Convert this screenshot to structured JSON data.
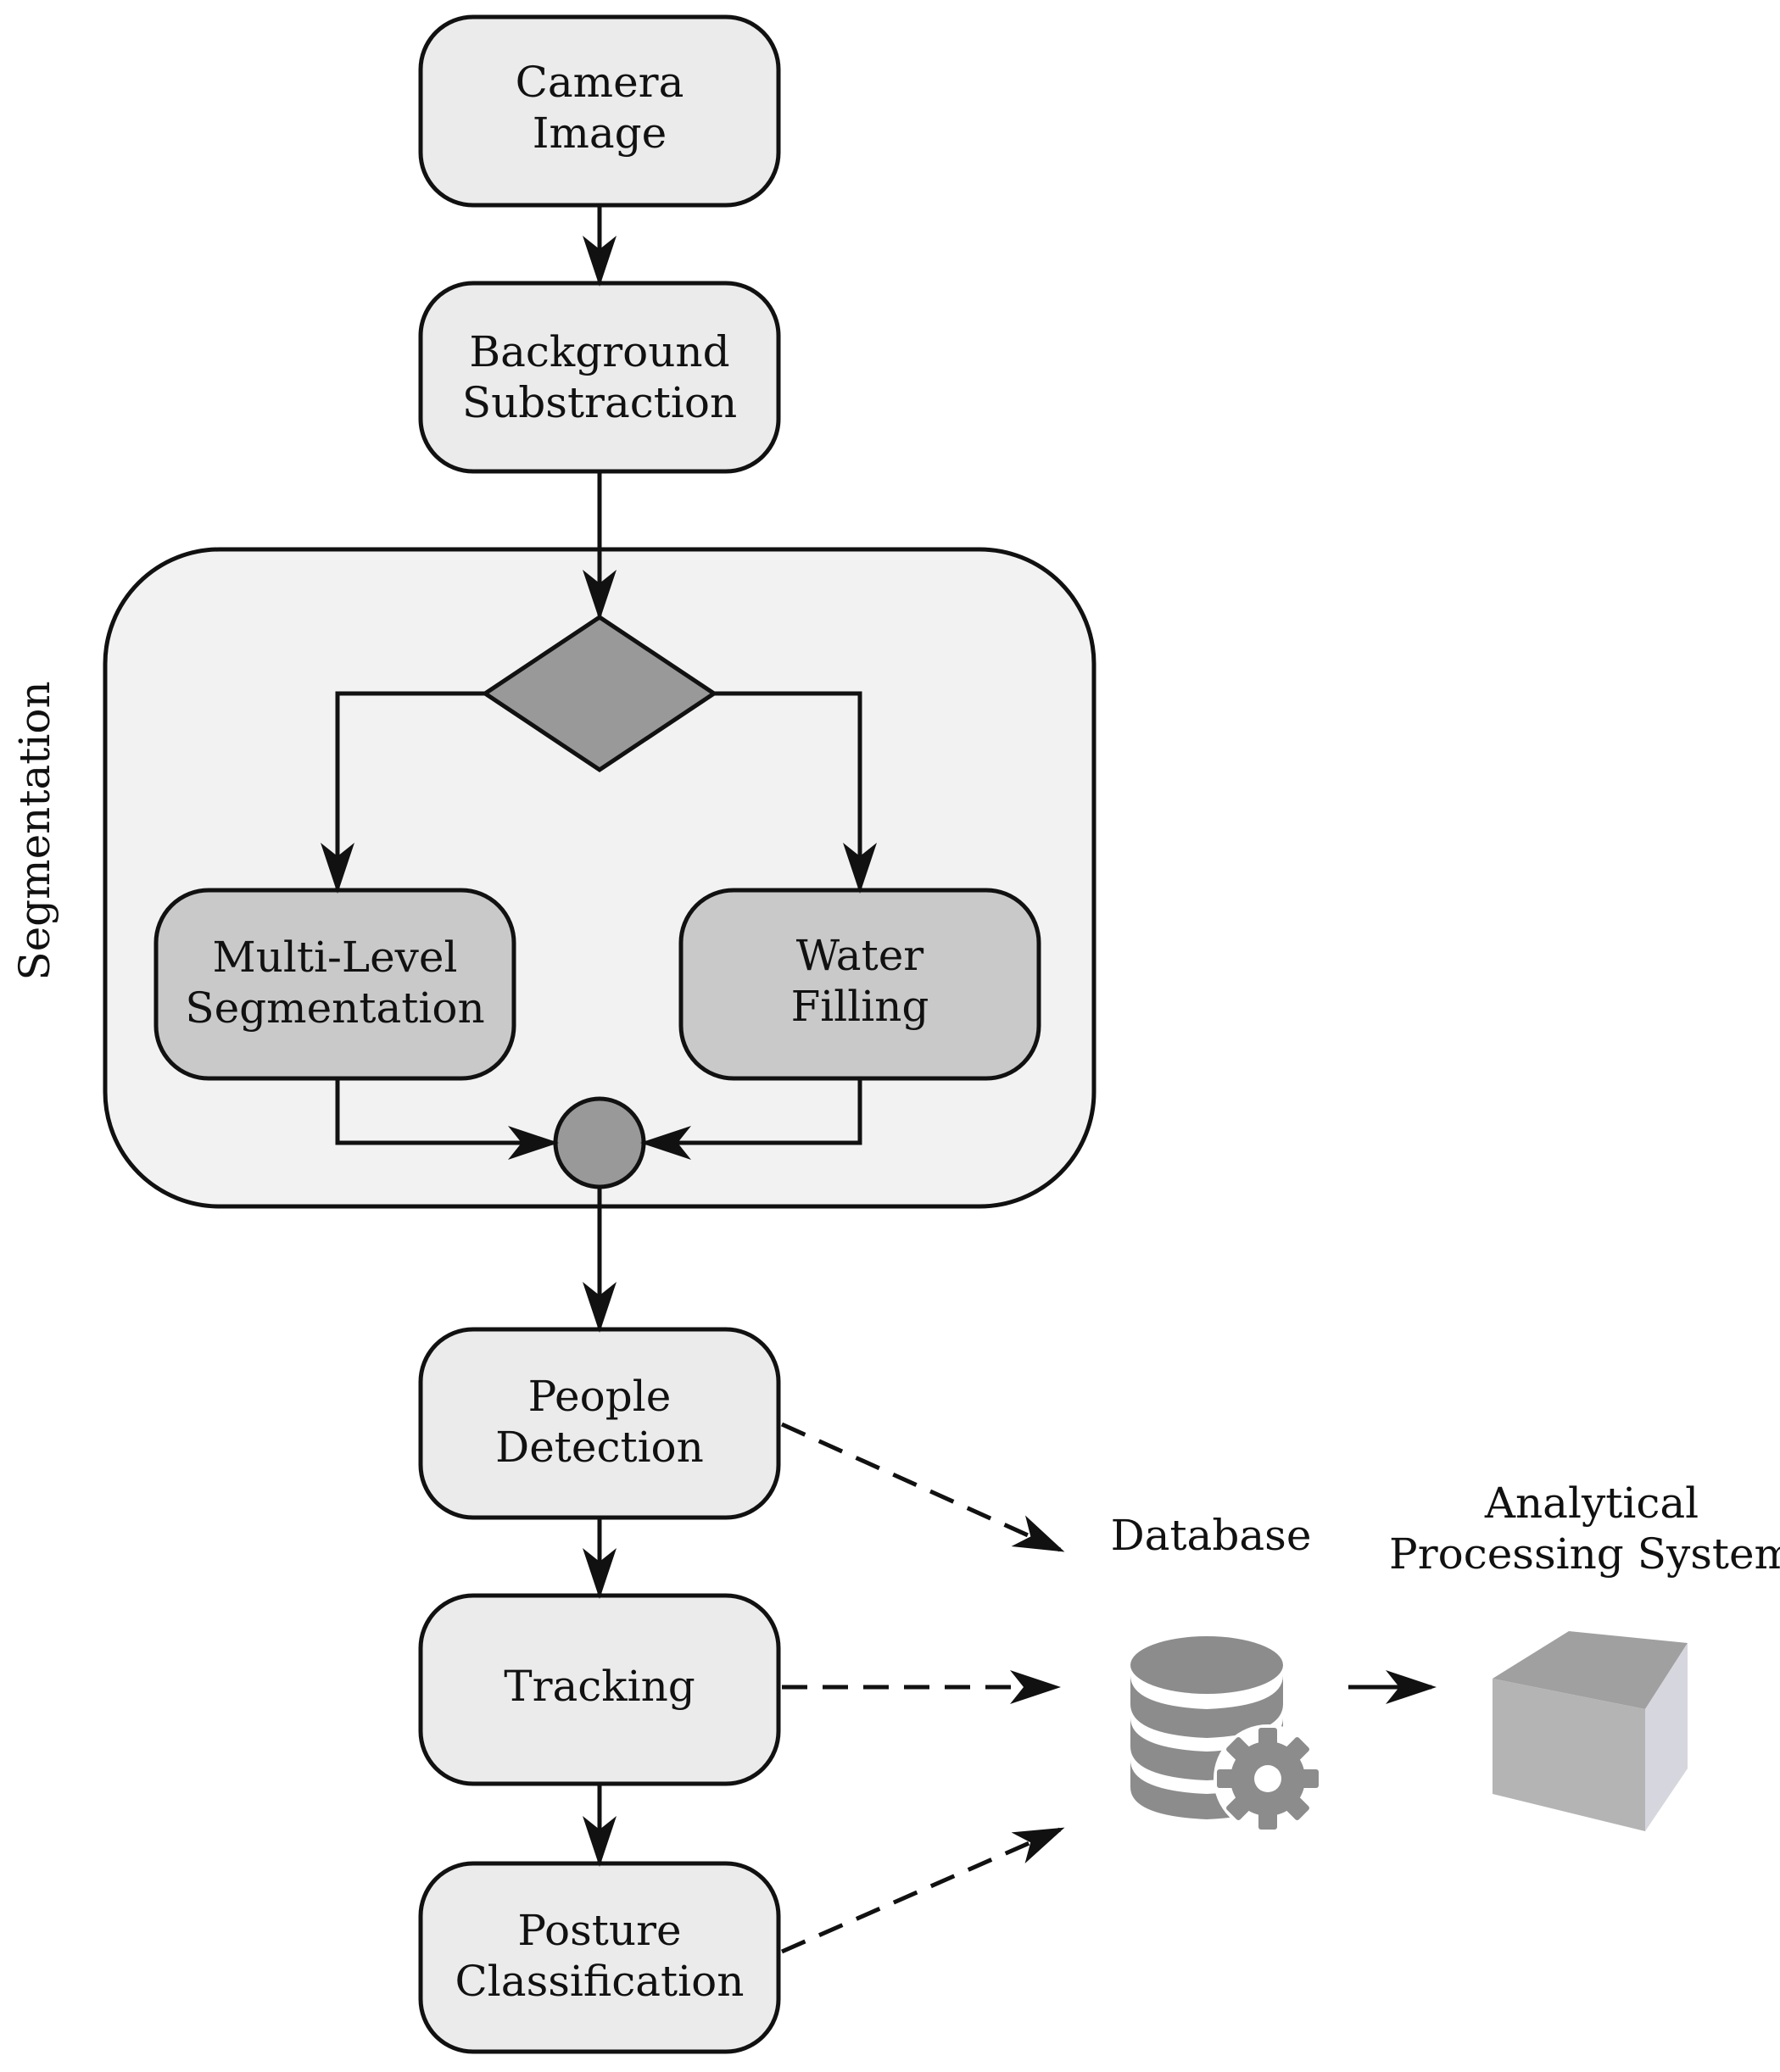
{
  "nodes": {
    "camera_image": [
      "Camera",
      "Image"
    ],
    "background_substraction": [
      "Background",
      "Substraction"
    ],
    "multi_level_segmentation": [
      "Multi-Level",
      "Segmentation"
    ],
    "water_filling": [
      "Water",
      "Filling"
    ],
    "people_detection": [
      "People",
      "Detection"
    ],
    "tracking": [
      "Tracking"
    ],
    "posture_classification": [
      "Posture",
      "Classification"
    ],
    "database": [
      "Database"
    ],
    "analytical_processing_system": [
      "Analytical",
      "Processing System"
    ]
  },
  "groups": {
    "segmentation": "Segmentation"
  },
  "colors": {
    "box_fill": "#ebebeb",
    "group_fill": "#f2f2f2",
    "inner_box_fill": "#c9c9c9",
    "decision_fill": "#999999",
    "stroke": "#111111",
    "db_icon": "#8c8c8c"
  },
  "icons": {
    "database": "database-gear-icon",
    "analytical_processing_system": "cube-icon"
  }
}
